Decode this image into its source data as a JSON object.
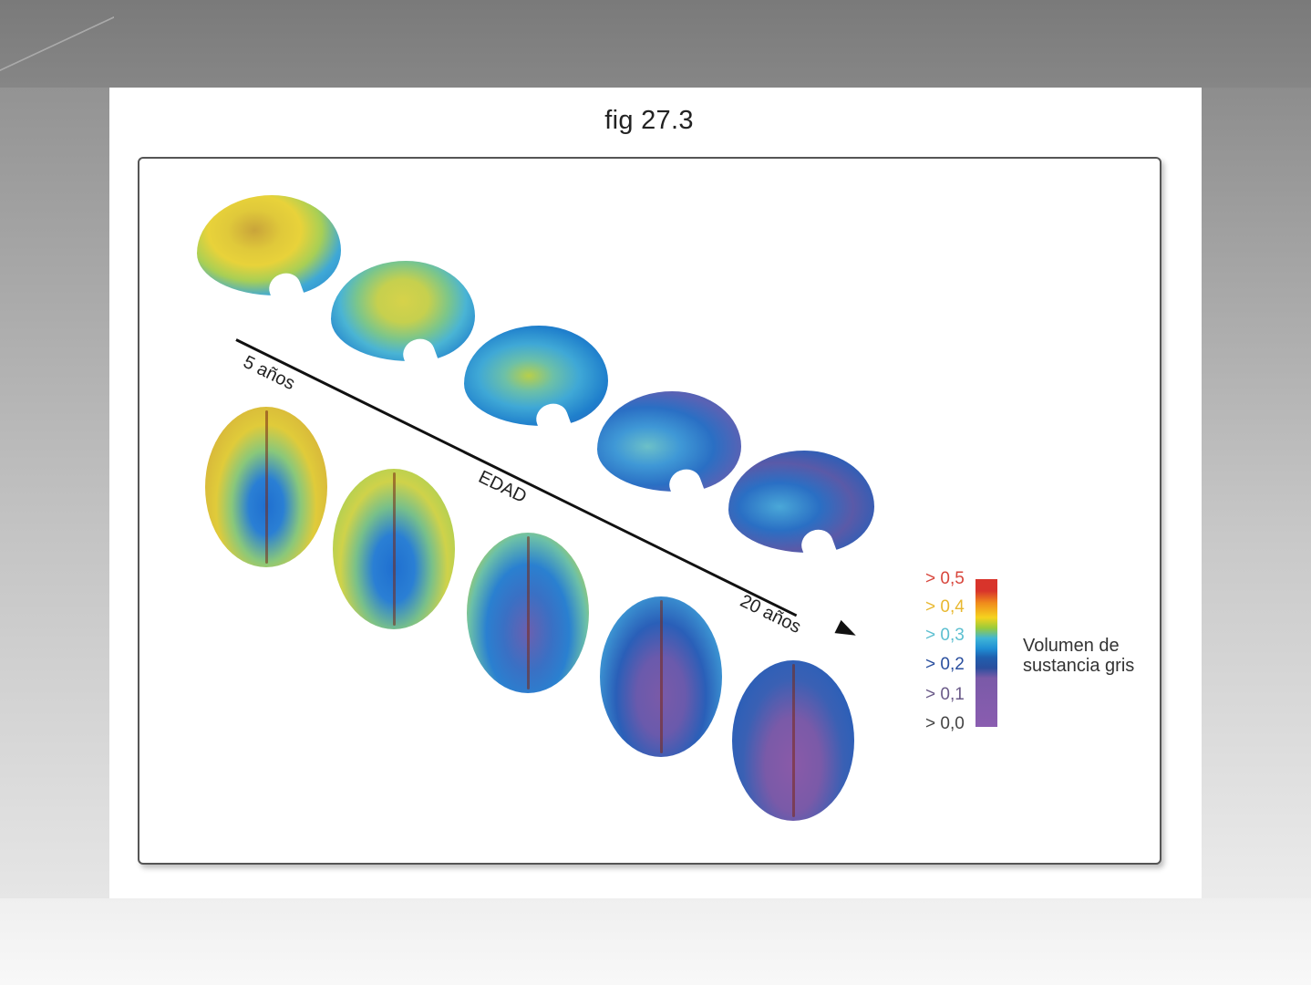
{
  "slide": {
    "title": "fig 27.3"
  },
  "figure": {
    "axis": {
      "start_label": "5 años",
      "middle_label": "EDAD",
      "end_label": "20 años"
    },
    "lateral_views": [
      {
        "age_step": 1,
        "dominant_colors": [
          "#e8d23a",
          "#c9a43a",
          "#1f8fd4"
        ]
      },
      {
        "age_step": 2,
        "dominant_colors": [
          "#d6d24a",
          "#5cbfd0",
          "#1f7fcc"
        ]
      },
      {
        "age_step": 3,
        "dominant_colors": [
          "#5cbfd0",
          "#1f7fcc",
          "#d6d24a"
        ]
      },
      {
        "age_step": 4,
        "dominant_colors": [
          "#2a6fc4",
          "#6a60b0",
          "#5cbfd0"
        ]
      },
      {
        "age_step": 5,
        "dominant_colors": [
          "#2a5fb8",
          "#6a5aa8",
          "#4aa8d8"
        ]
      }
    ],
    "dorsal_views": [
      {
        "age_step": 1,
        "dominant_colors": [
          "#e6cf3a",
          "#1f6fd0",
          "#c0553a"
        ]
      },
      {
        "age_step": 2,
        "dominant_colors": [
          "#cfd24a",
          "#1f6fd0",
          "#58b8a0"
        ]
      },
      {
        "age_step": 3,
        "dominant_colors": [
          "#2a6fc4",
          "#6a60b0",
          "#b8cf4a"
        ]
      },
      {
        "age_step": 4,
        "dominant_colors": [
          "#2a5fb8",
          "#7a5aa8",
          "#4aa8d8"
        ]
      },
      {
        "age_step": 5,
        "dominant_colors": [
          "#2a5fb8",
          "#8a5aa8",
          "#3a8fd0"
        ]
      }
    ],
    "legend": {
      "title_line1": "Volumen de",
      "title_line2": "sustancia gris",
      "entries": [
        {
          "label": "> 0,5",
          "color": "#d8463c"
        },
        {
          "label": "> 0,4",
          "color": "#e8b830"
        },
        {
          "label": "> 0,3",
          "color": "#5cbfd0"
        },
        {
          "label": "> 0,2",
          "color": "#2a4f9e"
        },
        {
          "label": "> 0,1",
          "color": "#6a5a88"
        },
        {
          "label": "> 0,0",
          "color": "#444444"
        }
      ]
    }
  }
}
